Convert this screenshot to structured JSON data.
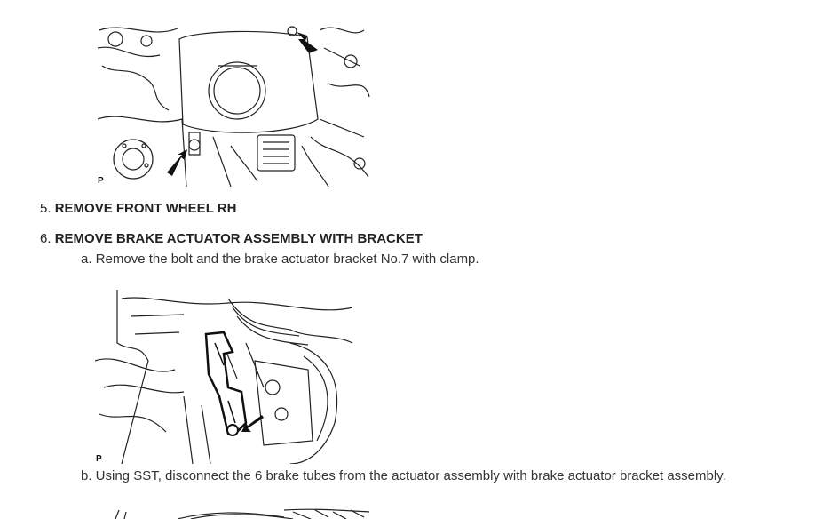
{
  "figures": [
    {
      "label": "P"
    },
    {
      "label": "P"
    },
    {
      "label": ""
    }
  ],
  "steps": [
    {
      "number": "5.",
      "title": "REMOVE FRONT WHEEL RH"
    },
    {
      "number": "6.",
      "title": "REMOVE BRAKE ACTUATOR ASSEMBLY WITH BRACKET",
      "substeps": [
        "a. Remove the bolt and the brake actuator bracket No.7 with clamp.",
        "b. Using SST, disconnect the 6 brake tubes from the actuator assembly with brake actuator bracket assembly."
      ]
    }
  ]
}
